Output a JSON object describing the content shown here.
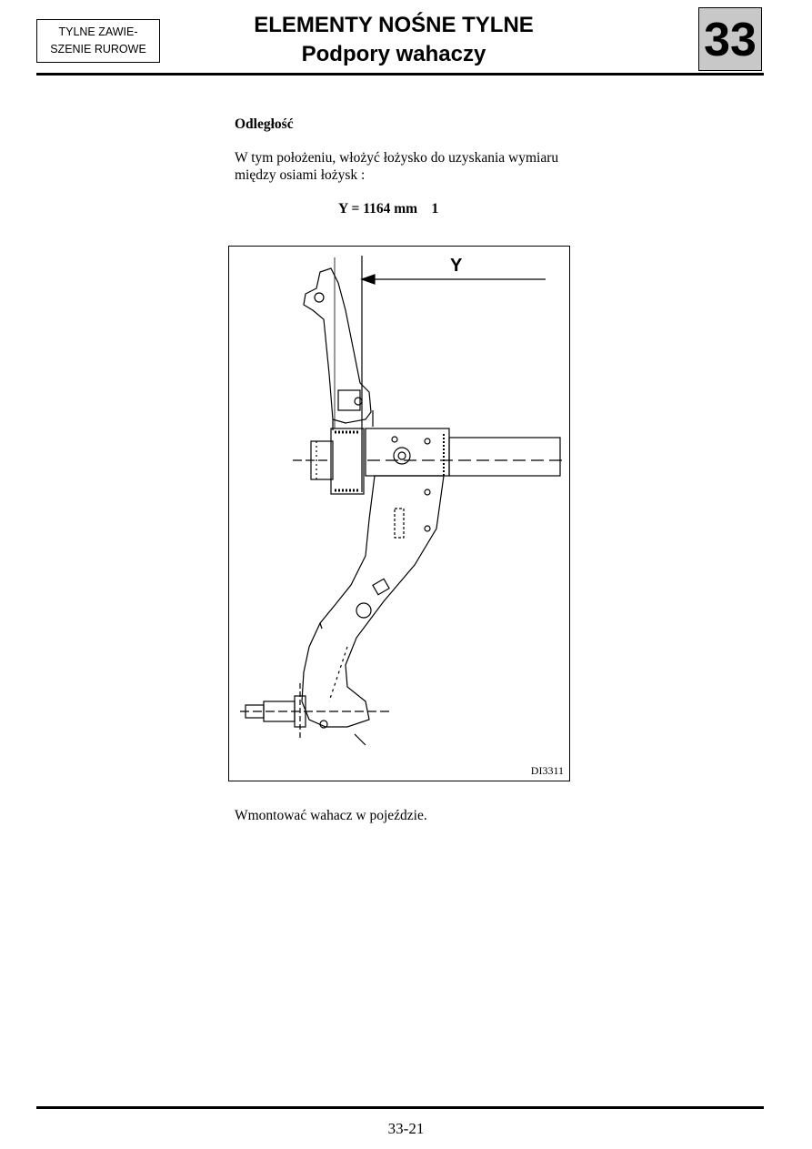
{
  "header": {
    "section_line1": "TYLNE ZAWIE-",
    "section_line2": "SZENIE RUROWE",
    "title": "ELEMENTY NOŚNE TYLNE",
    "subtitle": "Podpory  wahaczy",
    "chapter_number": "33"
  },
  "content": {
    "heading": "Odległość",
    "paragraph": "W tym położeniu, włożyć łożysko do uzyskania wymiaru między osiami łożysk :",
    "formula": "Y = 1164 mm    1",
    "instruction": "Wmontować wahacz w pojeździe."
  },
  "figure": {
    "dimension_label": "Y",
    "reference": "DI3311"
  },
  "footer": {
    "page_number": "33-21"
  },
  "colors": {
    "chapter_box_bg": "#c8c8c8",
    "ink": "#000000"
  }
}
